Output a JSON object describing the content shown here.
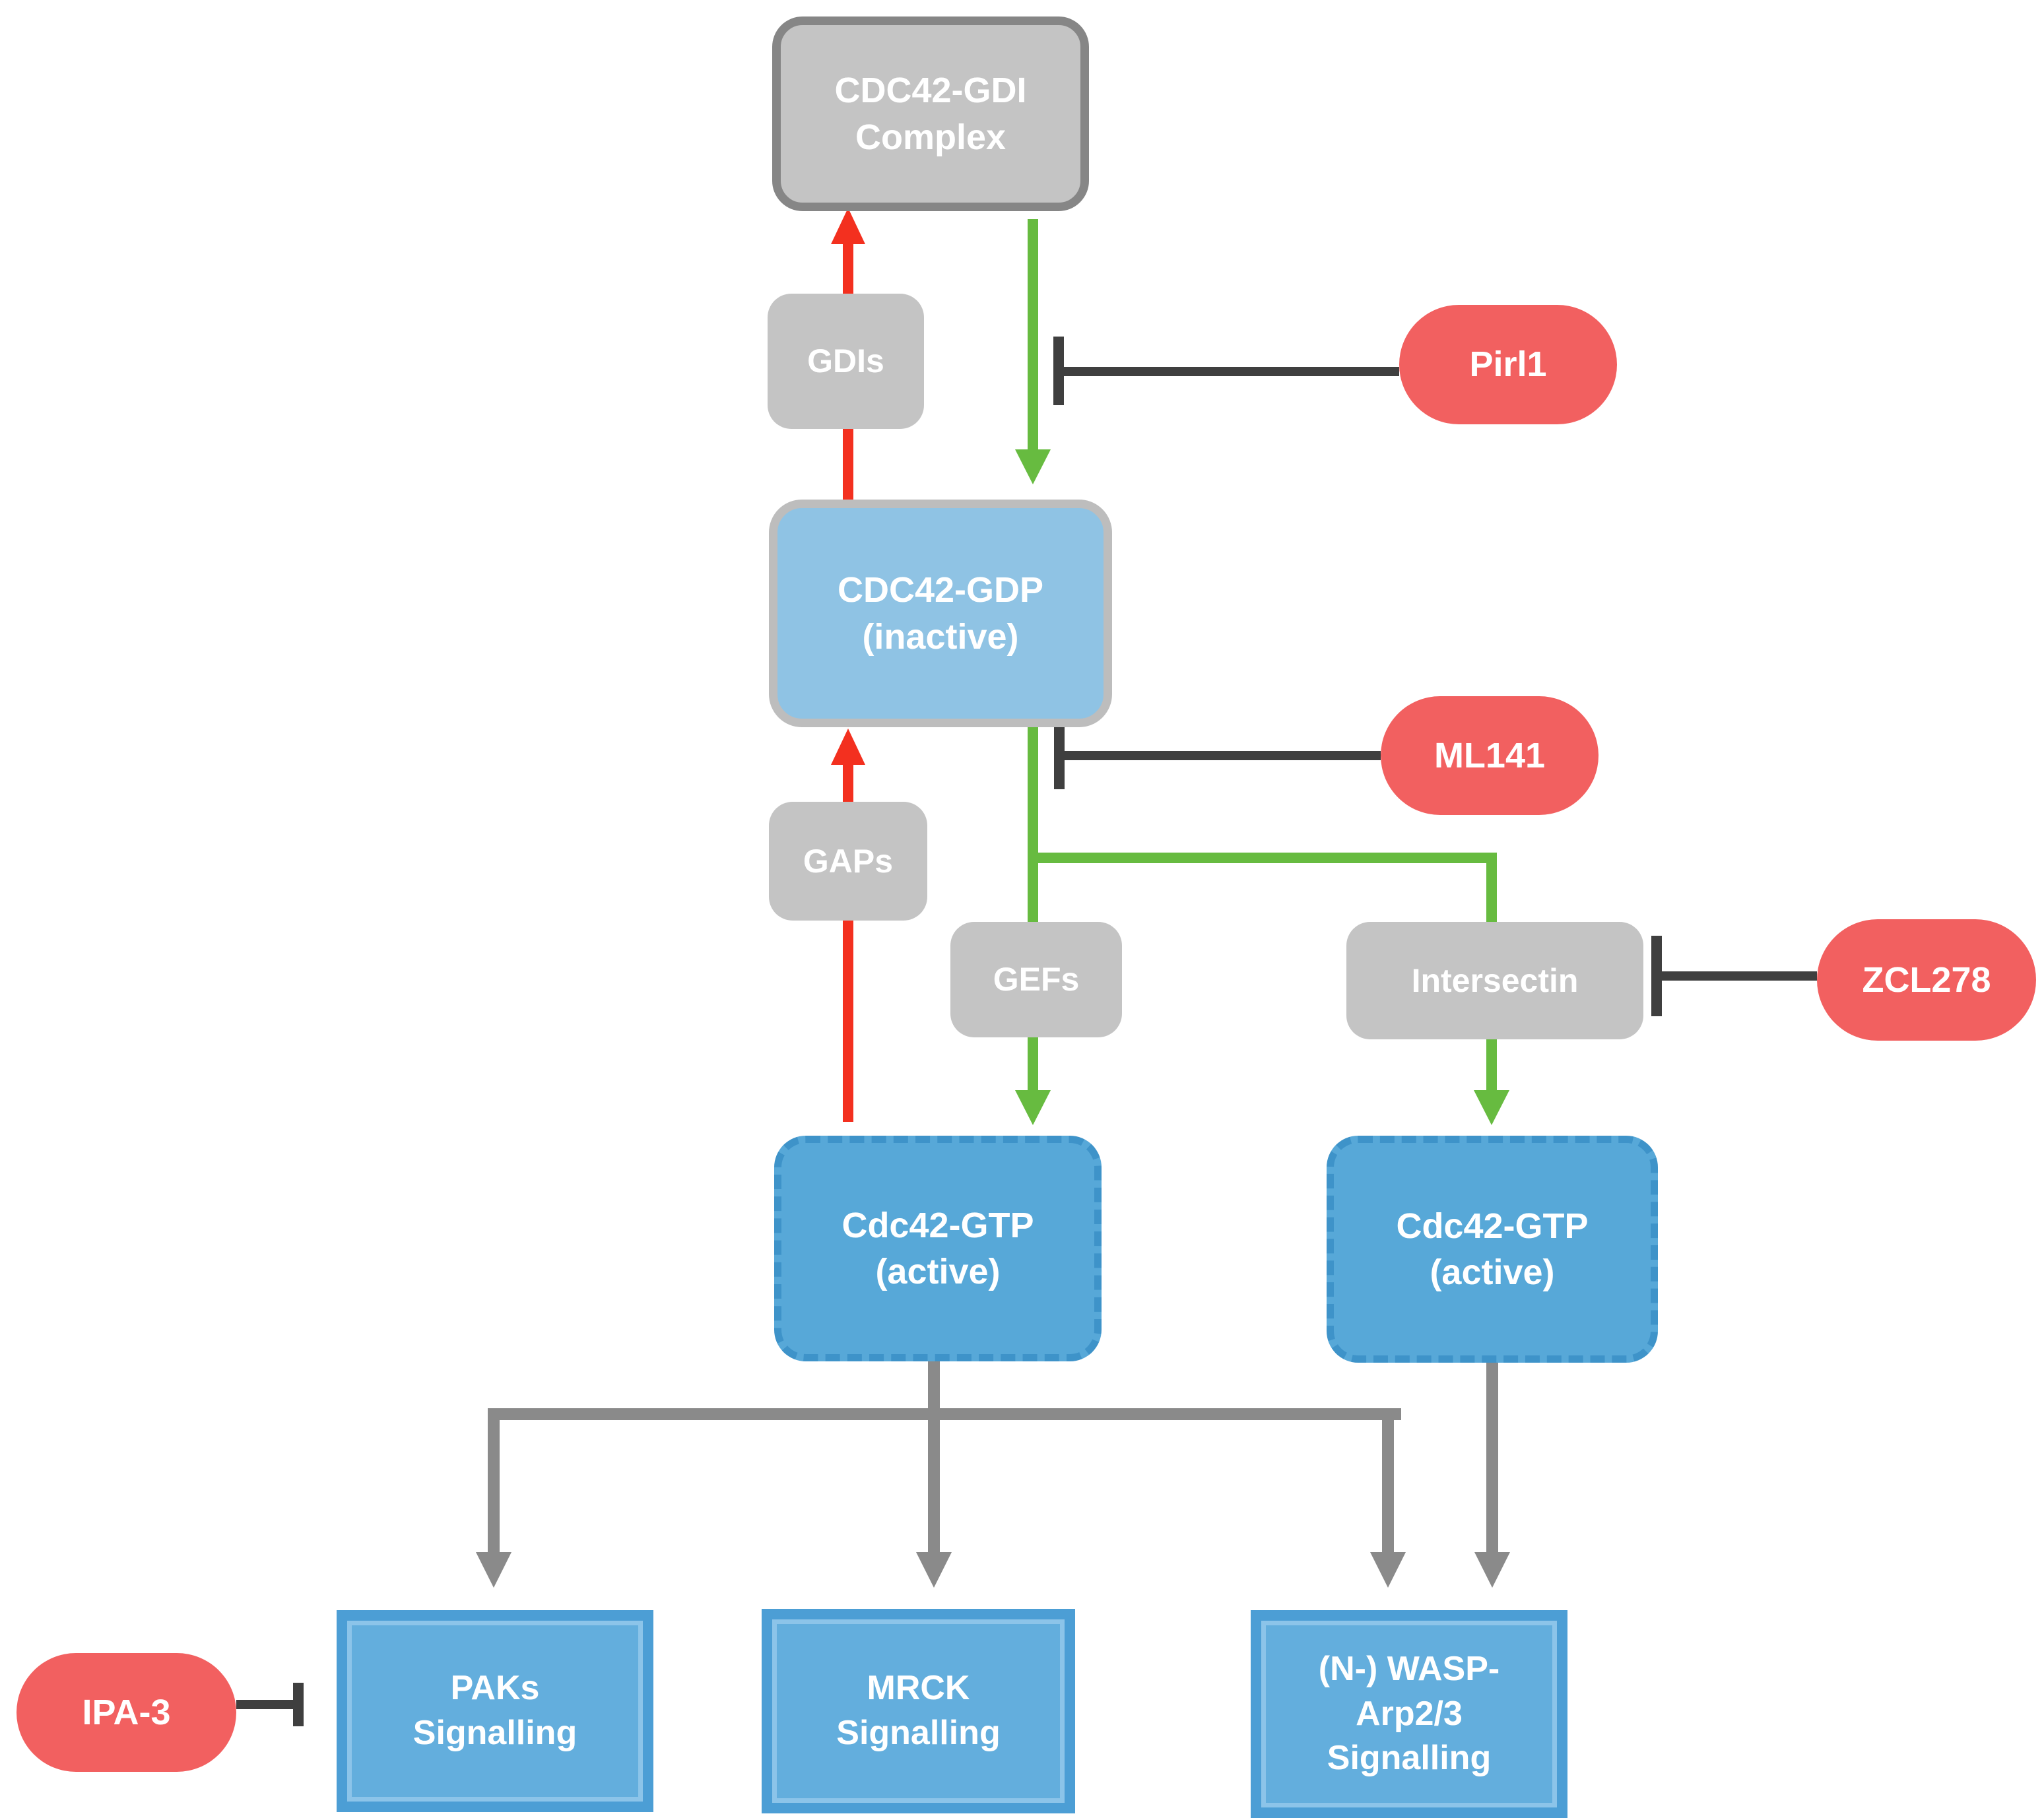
{
  "nodes": {
    "cdc42_gdi_complex": {
      "line1": "CDC42-GDI",
      "line2": "Complex"
    },
    "gdis": {
      "label": "GDIs"
    },
    "pirl1": {
      "label": "Pirl1"
    },
    "cdc42_gdp": {
      "line1": "CDC42-GDP",
      "line2": "(inactive)"
    },
    "ml141": {
      "label": "ML141"
    },
    "gaps": {
      "label": "GAPs"
    },
    "gefs": {
      "label": "GEFs"
    },
    "intersectin": {
      "label": "Intersectin"
    },
    "zcl278": {
      "label": "ZCL278"
    },
    "cdc42_gtp_left": {
      "line1": "Cdc42-GTP",
      "line2": "(active)"
    },
    "cdc42_gtp_right": {
      "line1": "Cdc42-GTP",
      "line2": "(active)"
    },
    "paks_signalling": {
      "line1": "PAKs",
      "line2": "Signalling"
    },
    "mrck_signalling": {
      "line1": "MRCK",
      "line2": "Signalling"
    },
    "wasp_signalling": {
      "line1": "(N-) WASP-",
      "line2": "Arp2/3",
      "line3": "Signalling"
    },
    "ipa3": {
      "label": "IPA-3"
    }
  },
  "colors": {
    "node_gray": "#c4c4c4",
    "node_gray_border": "#868686",
    "inactive_fill": "#8fc3e4",
    "inactive_border": "#bdbdbd",
    "active_fill": "#57a8d8",
    "active_border": "#3e93c9",
    "drug_pill_red": "#f26060",
    "activation_green": "#67bb40",
    "reverse_red": "#f3301f",
    "signal_gray": "#8a8a8a",
    "inhibition_dark": "#3f3f3f",
    "signal_box_fill": "#63aedd",
    "signal_box_border": "#4c9ed5",
    "signal_box_inner_stroke": "#8cc4e9",
    "text": "#ffffff",
    "background": "#ffffff"
  }
}
